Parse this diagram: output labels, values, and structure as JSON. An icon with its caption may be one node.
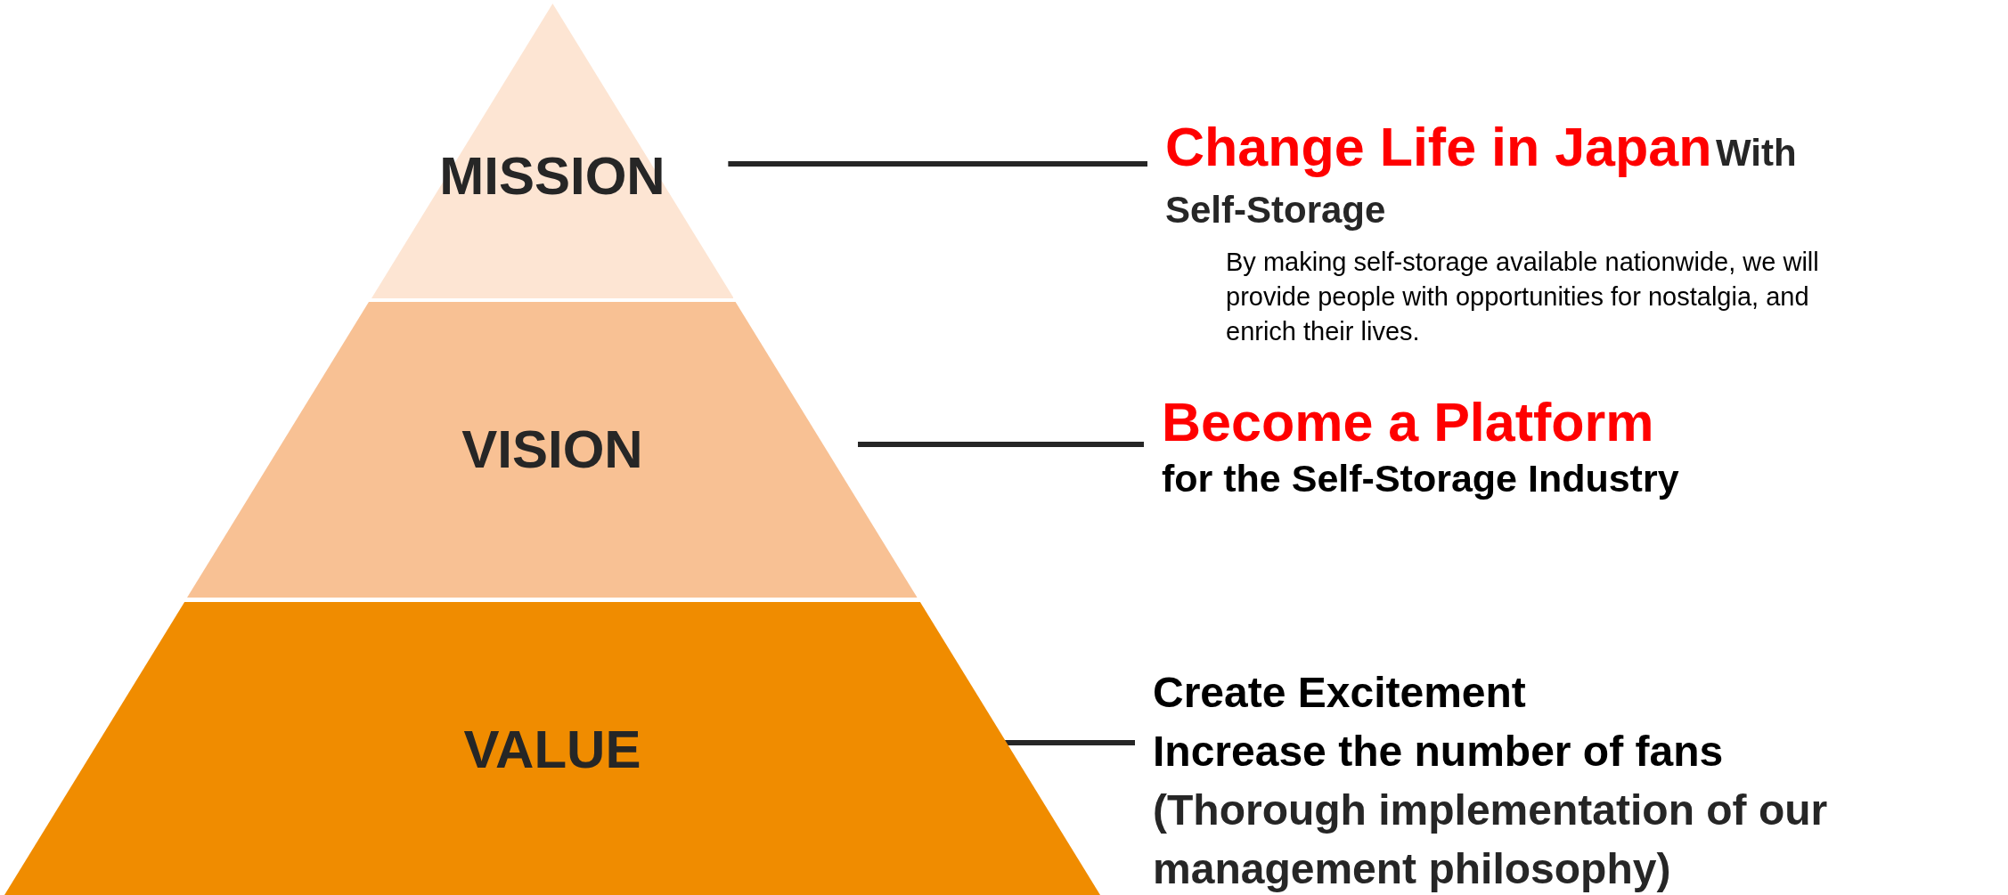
{
  "diagram": {
    "nodes": [
      {
        "text": [
          "MISSION"
        ]
      },
      {
        "text": [
          "VISION"
        ]
      },
      {
        "text": [
          "VALUE"
        ]
      },
      {
        "text": [
          "Change Life in Japan",
          "With Self-Storage",
          "By making self-storage available nationwide, we will provide people with opportunities for nostalgia, and enrich their lives."
        ]
      },
      {
        "text": [
          "Become a Platform",
          "for the Self-Storage Industry"
        ]
      },
      {
        "text": [
          "Create Excitement",
          "Increase the number of fans",
          "(Thorough implementation of our management philosophy)"
        ]
      }
    ],
    "edges": [
      {
        "from": 0,
        "to": 3,
        "arrow": "none"
      },
      {
        "from": 1,
        "to": 4,
        "arrow": "none"
      },
      {
        "from": 2,
        "to": 5,
        "arrow": "none"
      }
    ]
  }
}
